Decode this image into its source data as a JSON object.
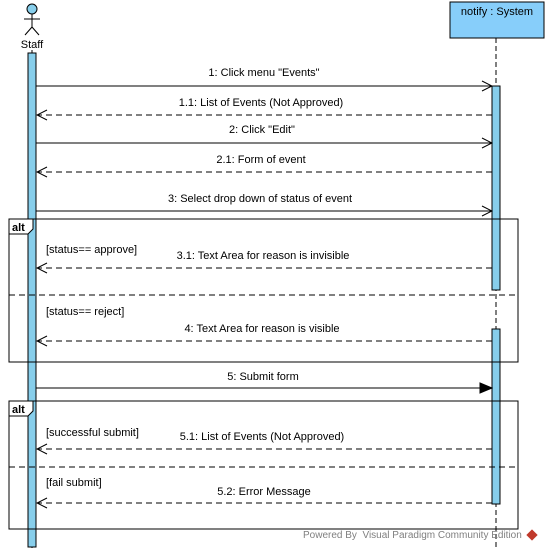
{
  "colors": {
    "actor_fill": "#87ceeb",
    "lifeline_box_fill": "#87cefa",
    "activation_fill": "#87ceeb",
    "line": "#000000",
    "frame_tag_fill": "#ffffff",
    "watermark_text": "#7f7f7f",
    "logo": "#c0392b"
  },
  "participants": {
    "staff": {
      "name": "Staff",
      "icon": "stick-figure-actor-icon"
    },
    "system": {
      "name": "notify : System"
    }
  },
  "messages": [
    {
      "id": "m1",
      "label": "1: Click menu \"Events\"",
      "kind": "call"
    },
    {
      "id": "m1_1",
      "label": "1.1: List of Events (Not Approved)",
      "kind": "return"
    },
    {
      "id": "m2",
      "label": "2: Click \"Edit\"",
      "kind": "call"
    },
    {
      "id": "m2_1",
      "label": "2.1: Form of event",
      "kind": "return"
    },
    {
      "id": "m3",
      "label": "3: Select drop down of status of event",
      "kind": "call"
    },
    {
      "id": "m3_1",
      "label": "3.1: Text Area for reason is invisible",
      "kind": "return"
    },
    {
      "id": "m4",
      "label": "4: Text Area for reason is visible",
      "kind": "return"
    },
    {
      "id": "m5",
      "label": "5: Submit form",
      "kind": "sync"
    },
    {
      "id": "m5_1",
      "label": "5.1: List of Events (Not Approved)",
      "kind": "return"
    },
    {
      "id": "m5_2",
      "label": "5.2: Error Message",
      "kind": "return"
    }
  ],
  "fragments": [
    {
      "id": "alt1",
      "operator": "alt",
      "guards": [
        "[status== approve]",
        "[status== reject]"
      ]
    },
    {
      "id": "alt2",
      "operator": "alt",
      "guards": [
        "[successful submit]",
        "[fail submit]"
      ]
    }
  ],
  "watermark": {
    "text": "Powered By  Visual Paradigm Community Edition",
    "logo_icon": "visual-paradigm-logo-icon"
  }
}
